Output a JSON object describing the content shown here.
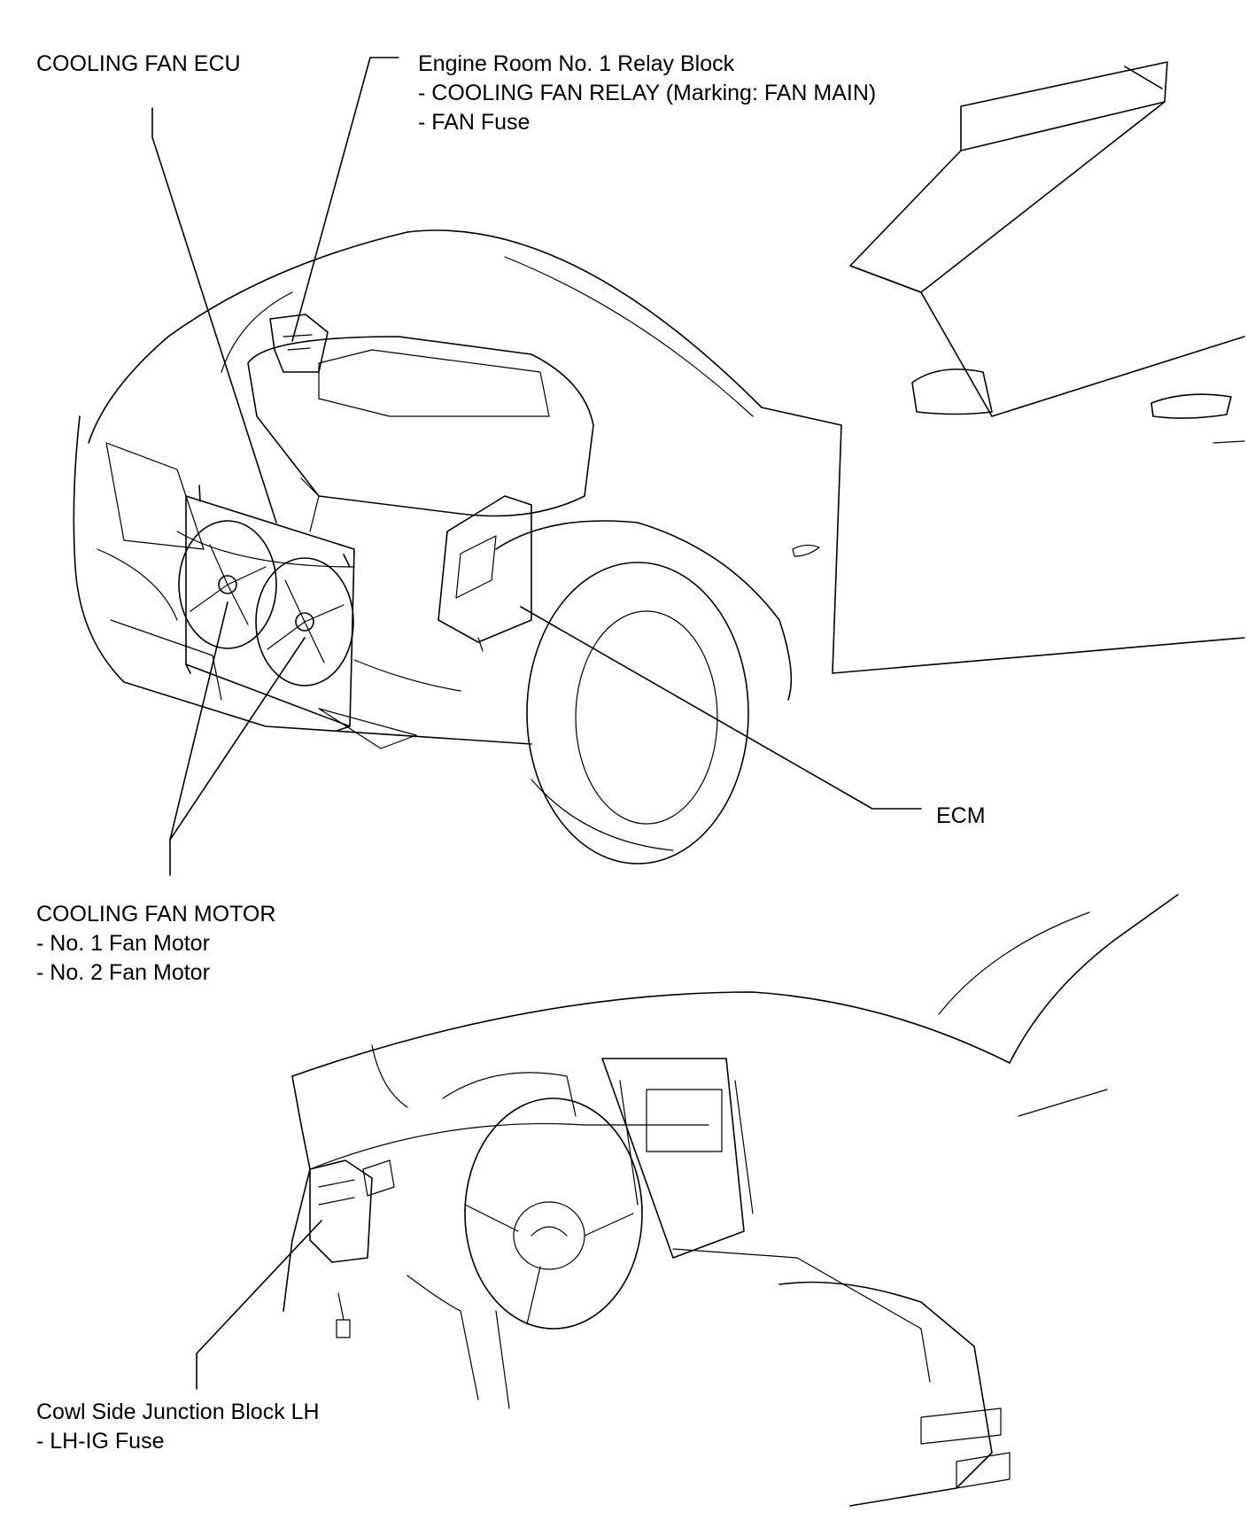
{
  "callouts": {
    "cooling_fan_ecu": {
      "title": "COOLING FAN ECU"
    },
    "relay_block": {
      "title": "Engine Room No. 1 Relay Block",
      "items": [
        "- COOLING FAN RELAY (Marking: FAN MAIN)",
        "- FAN Fuse"
      ]
    },
    "ecm": {
      "title": "ECM"
    },
    "cooling_fan_motor": {
      "title": "COOLING FAN MOTOR",
      "items": [
        "- No. 1 Fan Motor",
        "- No. 2 Fan Motor"
      ]
    },
    "cowl_junction_block": {
      "title": "Cowl Side Junction Block LH",
      "items": [
        "- LH-IG Fuse"
      ]
    }
  }
}
